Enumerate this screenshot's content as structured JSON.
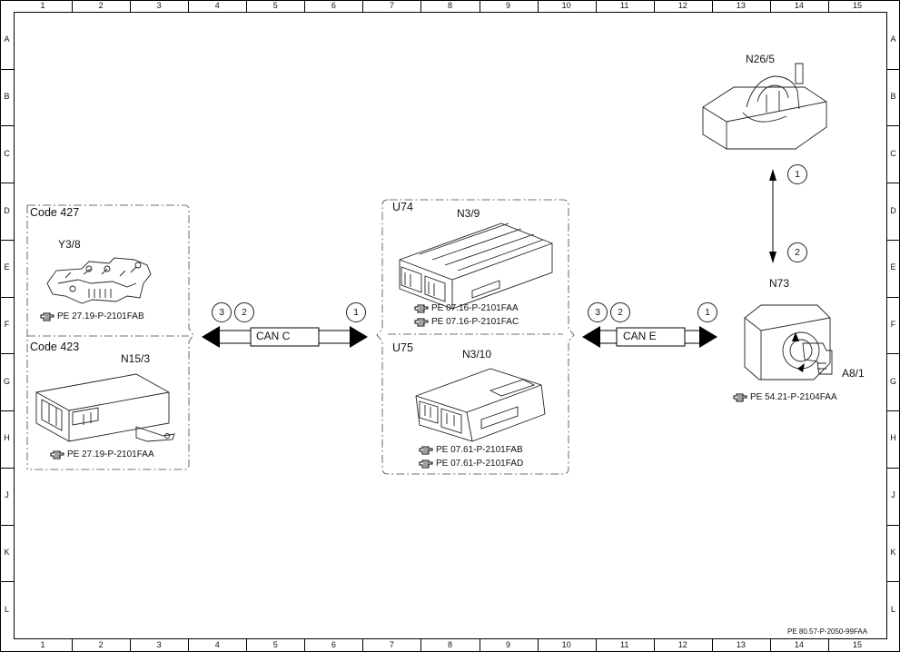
{
  "grid": {
    "columns": [
      "1",
      "2",
      "3",
      "4",
      "5",
      "6",
      "7",
      "8",
      "9",
      "10",
      "11",
      "12",
      "13",
      "14",
      "15"
    ],
    "rows": [
      "A",
      "B",
      "C",
      "D",
      "E",
      "F",
      "G",
      "H",
      "J",
      "K",
      "L"
    ]
  },
  "groups": {
    "code427": {
      "code": "Code 427",
      "component": "Y3/8",
      "ref": "PE 27.19-P-2101FAB"
    },
    "code423": {
      "code": "Code 423",
      "component": "N15/3",
      "ref": "PE 27.19-P-2101FAA"
    },
    "u74": {
      "code": "U74",
      "component": "N3/9",
      "refs": [
        "PE 07.16-P-2101FAA",
        "PE 07.16-P-2101FAC"
      ]
    },
    "u75": {
      "code": "U75",
      "component": "N3/10",
      "refs": [
        "PE 07.61-P-2101FAB",
        "PE 07.61-P-2101FAD"
      ]
    }
  },
  "buses": {
    "can_c": {
      "label": "CAN C",
      "left_markers": [
        "3",
        "2"
      ],
      "right_marker": "1"
    },
    "can_e": {
      "label": "CAN E",
      "left_markers": [
        "3",
        "2"
      ],
      "right_marker": "1"
    }
  },
  "right_side": {
    "n26_5": "N26/5",
    "n73": "N73",
    "a8_1": "A8/1",
    "vertical_markers": [
      "1",
      "2"
    ],
    "ref": "PE 54.21-P-2104FAA"
  },
  "footer_ref": "PE 80.57-P-2050-99FAA",
  "icons": [
    "hand-pointer-icon"
  ]
}
